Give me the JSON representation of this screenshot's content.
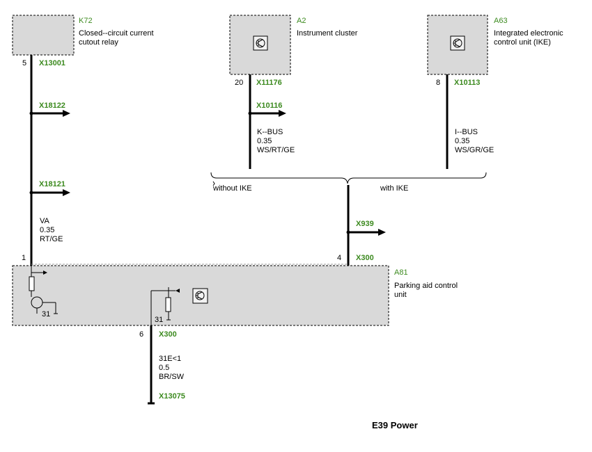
{
  "components": {
    "k72": {
      "id": "K72",
      "name_line1": "Closed--circuit current",
      "name_line2": " cutout relay",
      "pin": "5",
      "connector": "X13001"
    },
    "a2": {
      "id": "A2",
      "name_line1": "Instrument cluster",
      "pin": "20",
      "connector": "X11176"
    },
    "a63": {
      "id": "A63",
      "name_line1": "Integrated electronic",
      "name_line2": " control unit (IKE)",
      "pin": "8",
      "connector": "X10113"
    },
    "a81": {
      "id": "A81",
      "name_line1": "Parking aid control",
      "name_line2": " unit",
      "pin_left": "1",
      "pin_right": "4",
      "connector_right": "X300",
      "pin_bottom": "6",
      "connector_bottom": "X300",
      "ground_left": "31",
      "ground_mid": "31"
    }
  },
  "wires": {
    "k72_line": {
      "branch1": "X18122",
      "branch2": "X18121",
      "label1": "VA",
      "label2": "0.35",
      "label3": "RT/GE"
    },
    "a2_line": {
      "branch": "X10116",
      "label1": "K--BUS",
      "label2": "0.35",
      "label3": "WS/RT/GE"
    },
    "a63_line": {
      "label1": "I--BUS",
      "label2": "0.35",
      "label3": "WS/GR/GE"
    },
    "a81_line": {
      "branch": "X939"
    },
    "ground_line": {
      "label1": "31E<1",
      "label2": "0.5",
      "label3": "BR/SW",
      "end_connector": "X13075"
    }
  },
  "options": {
    "left": "without IKE",
    "right": "with IKE"
  },
  "footer": {
    "title": "E39 Power"
  }
}
